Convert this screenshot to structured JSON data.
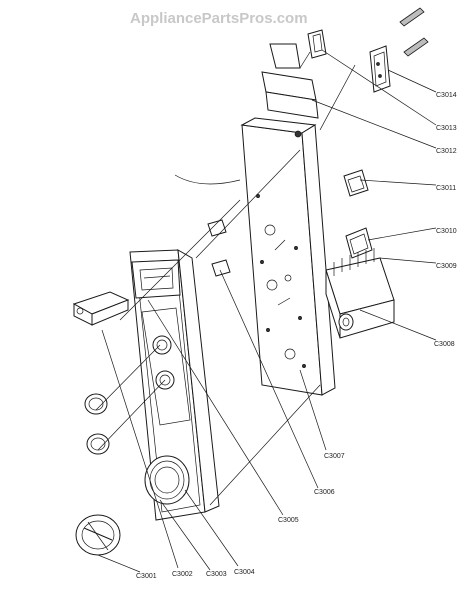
{
  "watermark": "AppliancePartsPros.com",
  "labels": {
    "c3001": "C3001",
    "c3002": "C3002",
    "c3003": "C3003",
    "c3004": "C3004",
    "c3005": "C3005",
    "c3006": "C3006",
    "c3007": "C3007",
    "c3008": "C3008",
    "c3009": "C3009",
    "c3010": "C3010",
    "c3011": "C3011",
    "c3012": "C3012",
    "c3013": "C3013",
    "c3014": "C3014"
  },
  "colors": {
    "line": "#1a1a1a",
    "watermark": "#c8c8c8"
  }
}
